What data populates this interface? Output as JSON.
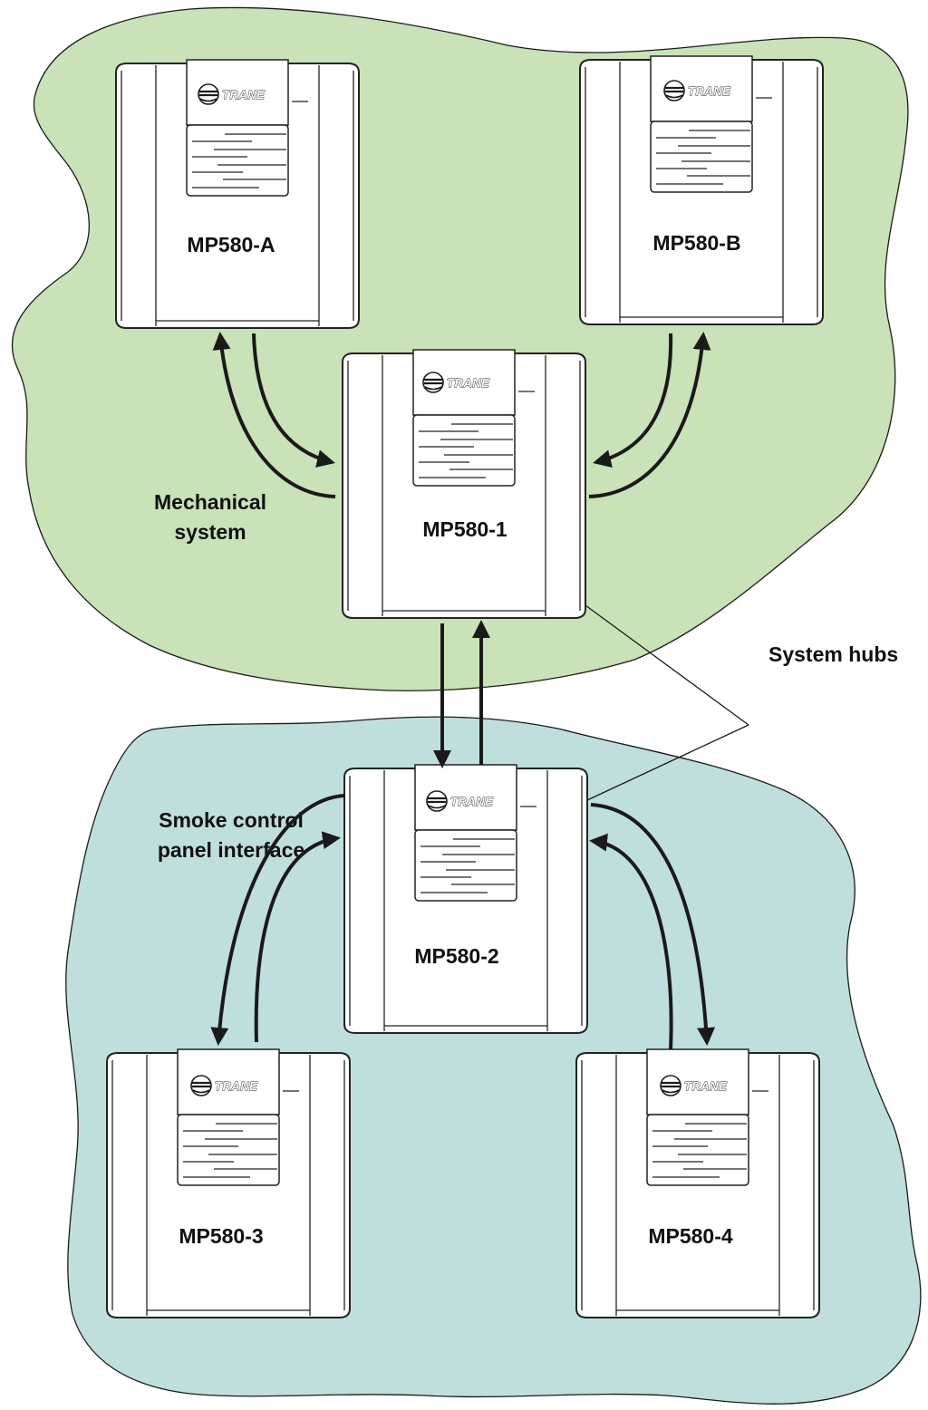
{
  "diagram": {
    "zones": [
      {
        "id": "mechanical",
        "label_lines": [
          "Mechanical",
          "system"
        ],
        "fill": "#c9e2b8"
      },
      {
        "id": "smoke",
        "label_lines": [
          "Smoke control",
          "panel interface"
        ],
        "fill": "#bfdfdd"
      }
    ],
    "controllers": [
      {
        "id": "mp580-a",
        "label": "MP580-A",
        "brand": "TRANE"
      },
      {
        "id": "mp580-b",
        "label": "MP580-B",
        "brand": "TRANE"
      },
      {
        "id": "mp580-1",
        "label": "MP580-1",
        "brand": "TRANE"
      },
      {
        "id": "mp580-2",
        "label": "MP580-2",
        "brand": "TRANE"
      },
      {
        "id": "mp580-3",
        "label": "MP580-3",
        "brand": "TRANE"
      },
      {
        "id": "mp580-4",
        "label": "MP580-4",
        "brand": "TRANE"
      }
    ],
    "callout": {
      "label": "System hubs",
      "targets": [
        "mp580-1",
        "mp580-2"
      ]
    },
    "links": [
      {
        "from": "mp580-a",
        "to": "mp580-1"
      },
      {
        "from": "mp580-1",
        "to": "mp580-a"
      },
      {
        "from": "mp580-b",
        "to": "mp580-1"
      },
      {
        "from": "mp580-1",
        "to": "mp580-b"
      },
      {
        "from": "mp580-1",
        "to": "mp580-2"
      },
      {
        "from": "mp580-2",
        "to": "mp580-1"
      },
      {
        "from": "mp580-2",
        "to": "mp580-3"
      },
      {
        "from": "mp580-3",
        "to": "mp580-2"
      },
      {
        "from": "mp580-2",
        "to": "mp580-4"
      },
      {
        "from": "mp580-4",
        "to": "mp580-2"
      }
    ]
  },
  "colors": {
    "mechanical_zone": "#c9e2b8",
    "smoke_zone": "#bfdfdd",
    "ink": "#1a1a1a",
    "device_body": "#ffffff"
  },
  "icons": [
    "trane-logo-icon",
    "arrow-icon"
  ]
}
